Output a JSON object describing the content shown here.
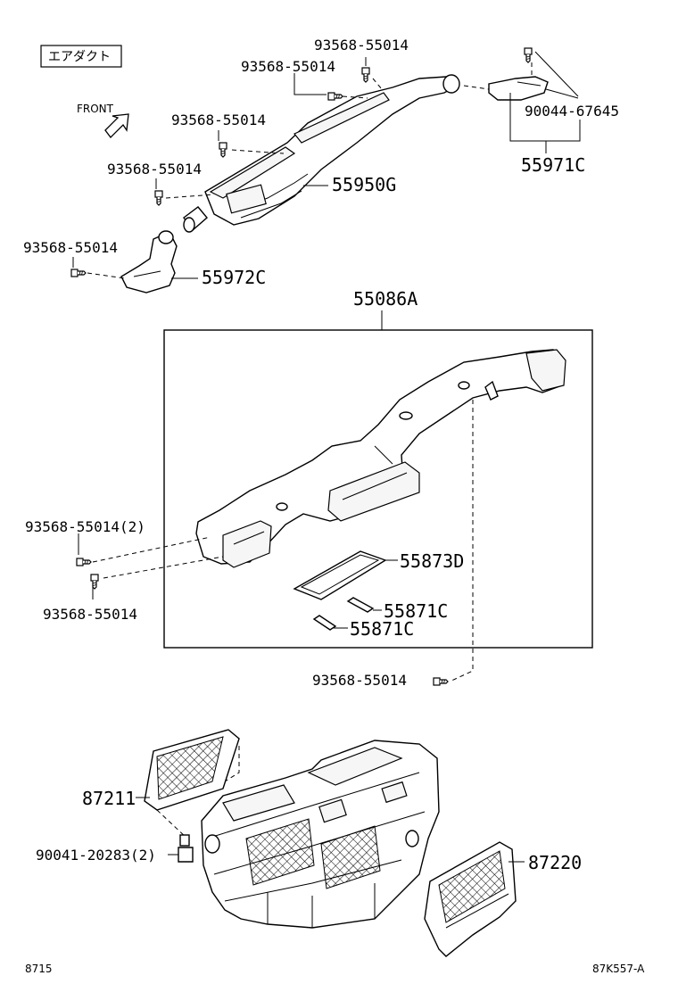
{
  "title_box": "エアダクト",
  "front_label": "FRONT",
  "labels": {
    "l_93568_a": "93568-55014",
    "l_93568_b": "93568-55014",
    "l_93568_c": "93568-55014",
    "l_93568_d": "93568-55014",
    "l_93568_e": "93568-55014",
    "l_90044": "90044-67645",
    "l_55971c": "55971C",
    "l_55950g": "55950G",
    "l_55972c": "55972C",
    "l_55086a": "55086A",
    "l_93568_2": "93568-55014(2)",
    "l_55873d": "55873D",
    "l_93568_f": "93568-55014",
    "l_55871c_a": "55871C",
    "l_55871c_b": "55871C",
    "l_93568_g": "93568-55014",
    "l_87211": "87211",
    "l_90041": "90041-20283(2)",
    "l_87220": "87220"
  },
  "footer_left": "8715",
  "footer_right": "87K557-A"
}
